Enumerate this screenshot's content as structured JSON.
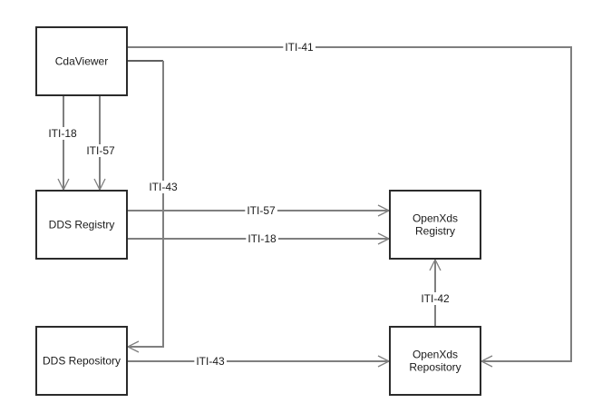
{
  "diagram": {
    "type": "flow",
    "nodes": [
      {
        "id": "cdaviewer",
        "lines": [
          "CdaViewer"
        ]
      },
      {
        "id": "dds-registry",
        "lines": [
          "DDS Registry"
        ]
      },
      {
        "id": "dds-repository",
        "lines": [
          "DDS Repository"
        ]
      },
      {
        "id": "openxds-registry",
        "lines": [
          "OpenXds",
          "Registry"
        ]
      },
      {
        "id": "openxds-repository",
        "lines": [
          "OpenXds",
          "Repository"
        ]
      }
    ],
    "edges": [
      {
        "id": "cdaviewer-to-openxds-repository",
        "from": "cdaviewer",
        "to": "openxds-repository",
        "label": "ITI-41"
      },
      {
        "id": "cdaviewer-to-dds-repository",
        "from": "cdaviewer",
        "to": "dds-repository",
        "label": "ITI-43"
      },
      {
        "id": "cdaviewer-to-dds-registry-iti18",
        "from": "cdaviewer",
        "to": "dds-registry",
        "label": "ITI-18"
      },
      {
        "id": "cdaviewer-to-dds-registry-iti57",
        "from": "cdaviewer",
        "to": "dds-registry",
        "label": "ITI-57"
      },
      {
        "id": "dds-registry-to-openxds-registry-iti57",
        "from": "dds-registry",
        "to": "openxds-registry",
        "label": "ITI-57"
      },
      {
        "id": "dds-registry-to-openxds-registry-iti18",
        "from": "dds-registry",
        "to": "openxds-registry",
        "label": "ITI-18"
      },
      {
        "id": "dds-repository-to-openxds-repository",
        "from": "dds-repository",
        "to": "openxds-repository",
        "label": "ITI-43"
      },
      {
        "id": "openxds-repository-to-openxds-registry",
        "from": "openxds-repository",
        "to": "openxds-registry",
        "label": "ITI-42"
      }
    ]
  }
}
